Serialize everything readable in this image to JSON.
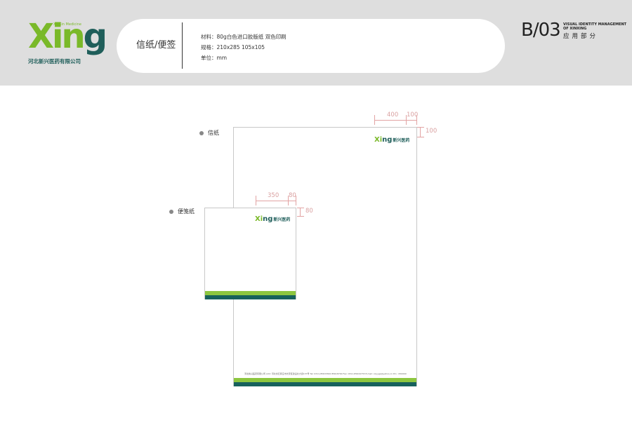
{
  "header": {
    "logo": {
      "word_x": "X",
      "word_in": "in",
      "word_g": "g",
      "english": "XinXin Medicine",
      "chinese": "河北新兴医药有限公司"
    },
    "title": "信纸/便签",
    "specs": [
      "材料：80g白色进口胶版纸 双色印刷",
      "规格：210x285  105x105",
      "单位：mm"
    ],
    "code": "B/03",
    "vim_line1": "VISUAL IDENTITY MANAGEMENT",
    "vim_line2": "OF XINXING",
    "section": "应用部分"
  },
  "labels": {
    "letter": "信纸",
    "memo": "便笺纸"
  },
  "letterhead": {
    "logo_x": "Xi",
    "logo_g": "ng",
    "logo_cn": "新兴医药",
    "footer": "河北新兴医药有限公司  Add: 河北省石家庄市长安区建设北大街137号    Tel: 0311-85633300 85618700    Fax: 0311-85616733    E-mail: xxyygs@yahoo.cn    P.C.: 050000",
    "dim_h1": "400",
    "dim_h2": "100",
    "dim_v": "100"
  },
  "memo": {
    "logo_x": "Xi",
    "logo_g": "ng",
    "logo_cn": "新兴医药",
    "dim_h1": "350",
    "dim_h2": "80",
    "dim_v": "80"
  },
  "colors": {
    "green": "#8dc63f",
    "teal": "#17615c",
    "dimension": "#d9a0a0"
  }
}
